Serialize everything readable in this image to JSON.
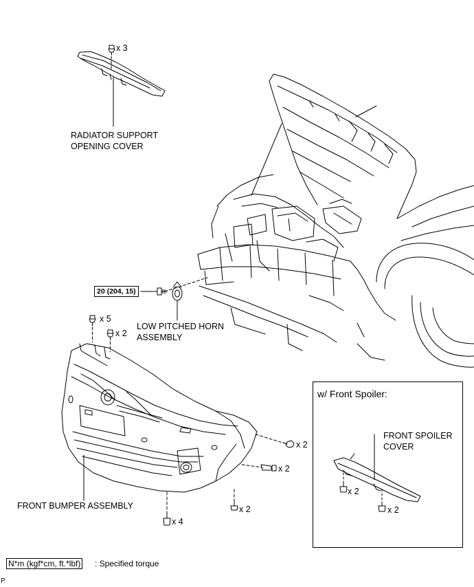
{
  "labels": {
    "radiator_cover_qty": "x 3",
    "radiator_cover_line1": "RADIATOR SUPPORT",
    "radiator_cover_line2": "OPENING COVER",
    "horn_torque": "20 (204, 15)",
    "horn_line1": "LOW PITCHED HORN",
    "horn_line2": "ASSEMBLY",
    "bumper_top_qty_a": "x 5",
    "bumper_top_qty_b": "x 2",
    "bumper_side_qty_a": "x 2",
    "bumper_side_qty_b": "x 2",
    "bumper_bottom_qty_a": "x 2",
    "bumper_bottom_qty_b": "x 4",
    "bumper_name": "FRONT BUMPER ASSEMBLY"
  },
  "inset": {
    "title": "w/ Front Spoiler:",
    "spoiler_line1": "FRONT SPOILER",
    "spoiler_line2": "COVER",
    "qty_a": "x 2",
    "qty_b": "x 2"
  },
  "legend": {
    "unit_box": "N*m (kgf*cm, ft.*lbf)",
    "description": ": Specified torque"
  },
  "footer": {
    "code": "P"
  }
}
